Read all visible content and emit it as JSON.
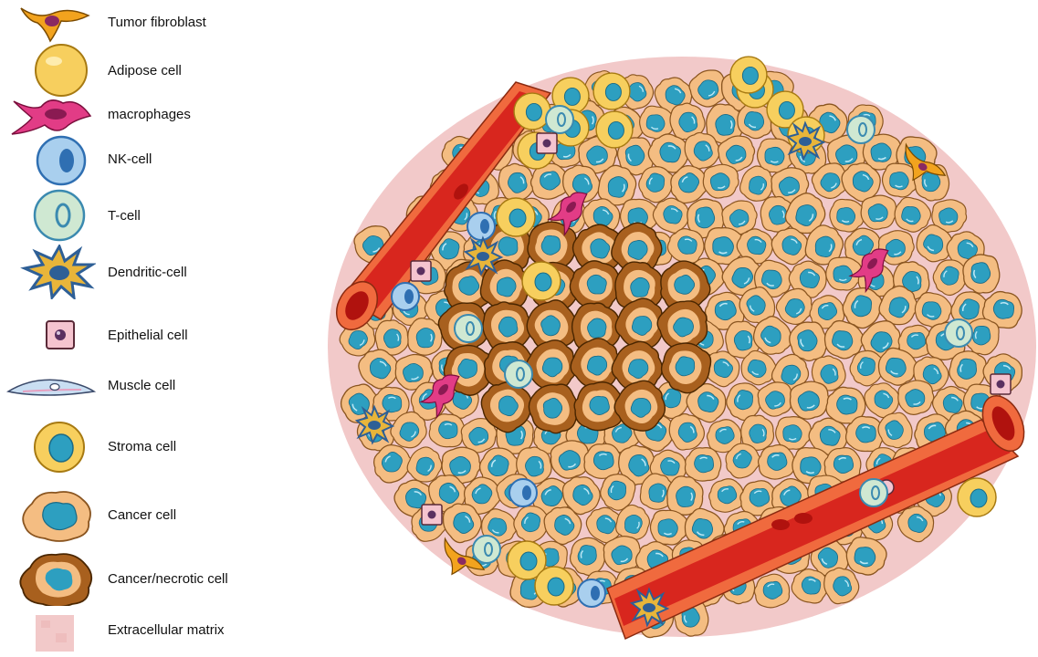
{
  "legend": [
    {
      "key": "tumor-fibroblast",
      "label": "Tumor fibroblast"
    },
    {
      "key": "adipose-cell",
      "label": "Adipose cell"
    },
    {
      "key": "macrophages",
      "label": "macrophages"
    },
    {
      "key": "nk-cell",
      "label": "NK-cell"
    },
    {
      "key": "t-cell",
      "label": "T-cell"
    },
    {
      "key": "dendritic-cell",
      "label": "Dendritic-cell"
    },
    {
      "key": "epithelial-cell",
      "label": "Epithelial cell"
    },
    {
      "key": "muscle-cell",
      "label": "Muscle cell"
    },
    {
      "key": "stroma-cell",
      "label": "Stroma cell"
    },
    {
      "key": "cancer-cell",
      "label": "Cancer cell"
    },
    {
      "key": "cancer-necrotic-cell",
      "label": "Cancer/necrotic cell"
    },
    {
      "key": "extracellular-matrix",
      "label": "Extracellular matrix"
    }
  ],
  "colors": {
    "matrix": "#f2c9c9",
    "cancer_body": "#f4bd82",
    "cancer_nucleus": "#2d9fc0",
    "necrotic_body": "#a8601e",
    "adipose": "#f7cf5e",
    "nk_body": "#a9cfee",
    "nk_nucleus": "#2f6fb2",
    "t_body": "#cfe8d2",
    "dendritic": "#2e5f96",
    "epithelial": "#f5c4cf",
    "macrophage": "#e23c86",
    "fibroblast": "#f2a31e",
    "vessel": "#d8261e",
    "vessel_wall": "#f06a3e"
  }
}
